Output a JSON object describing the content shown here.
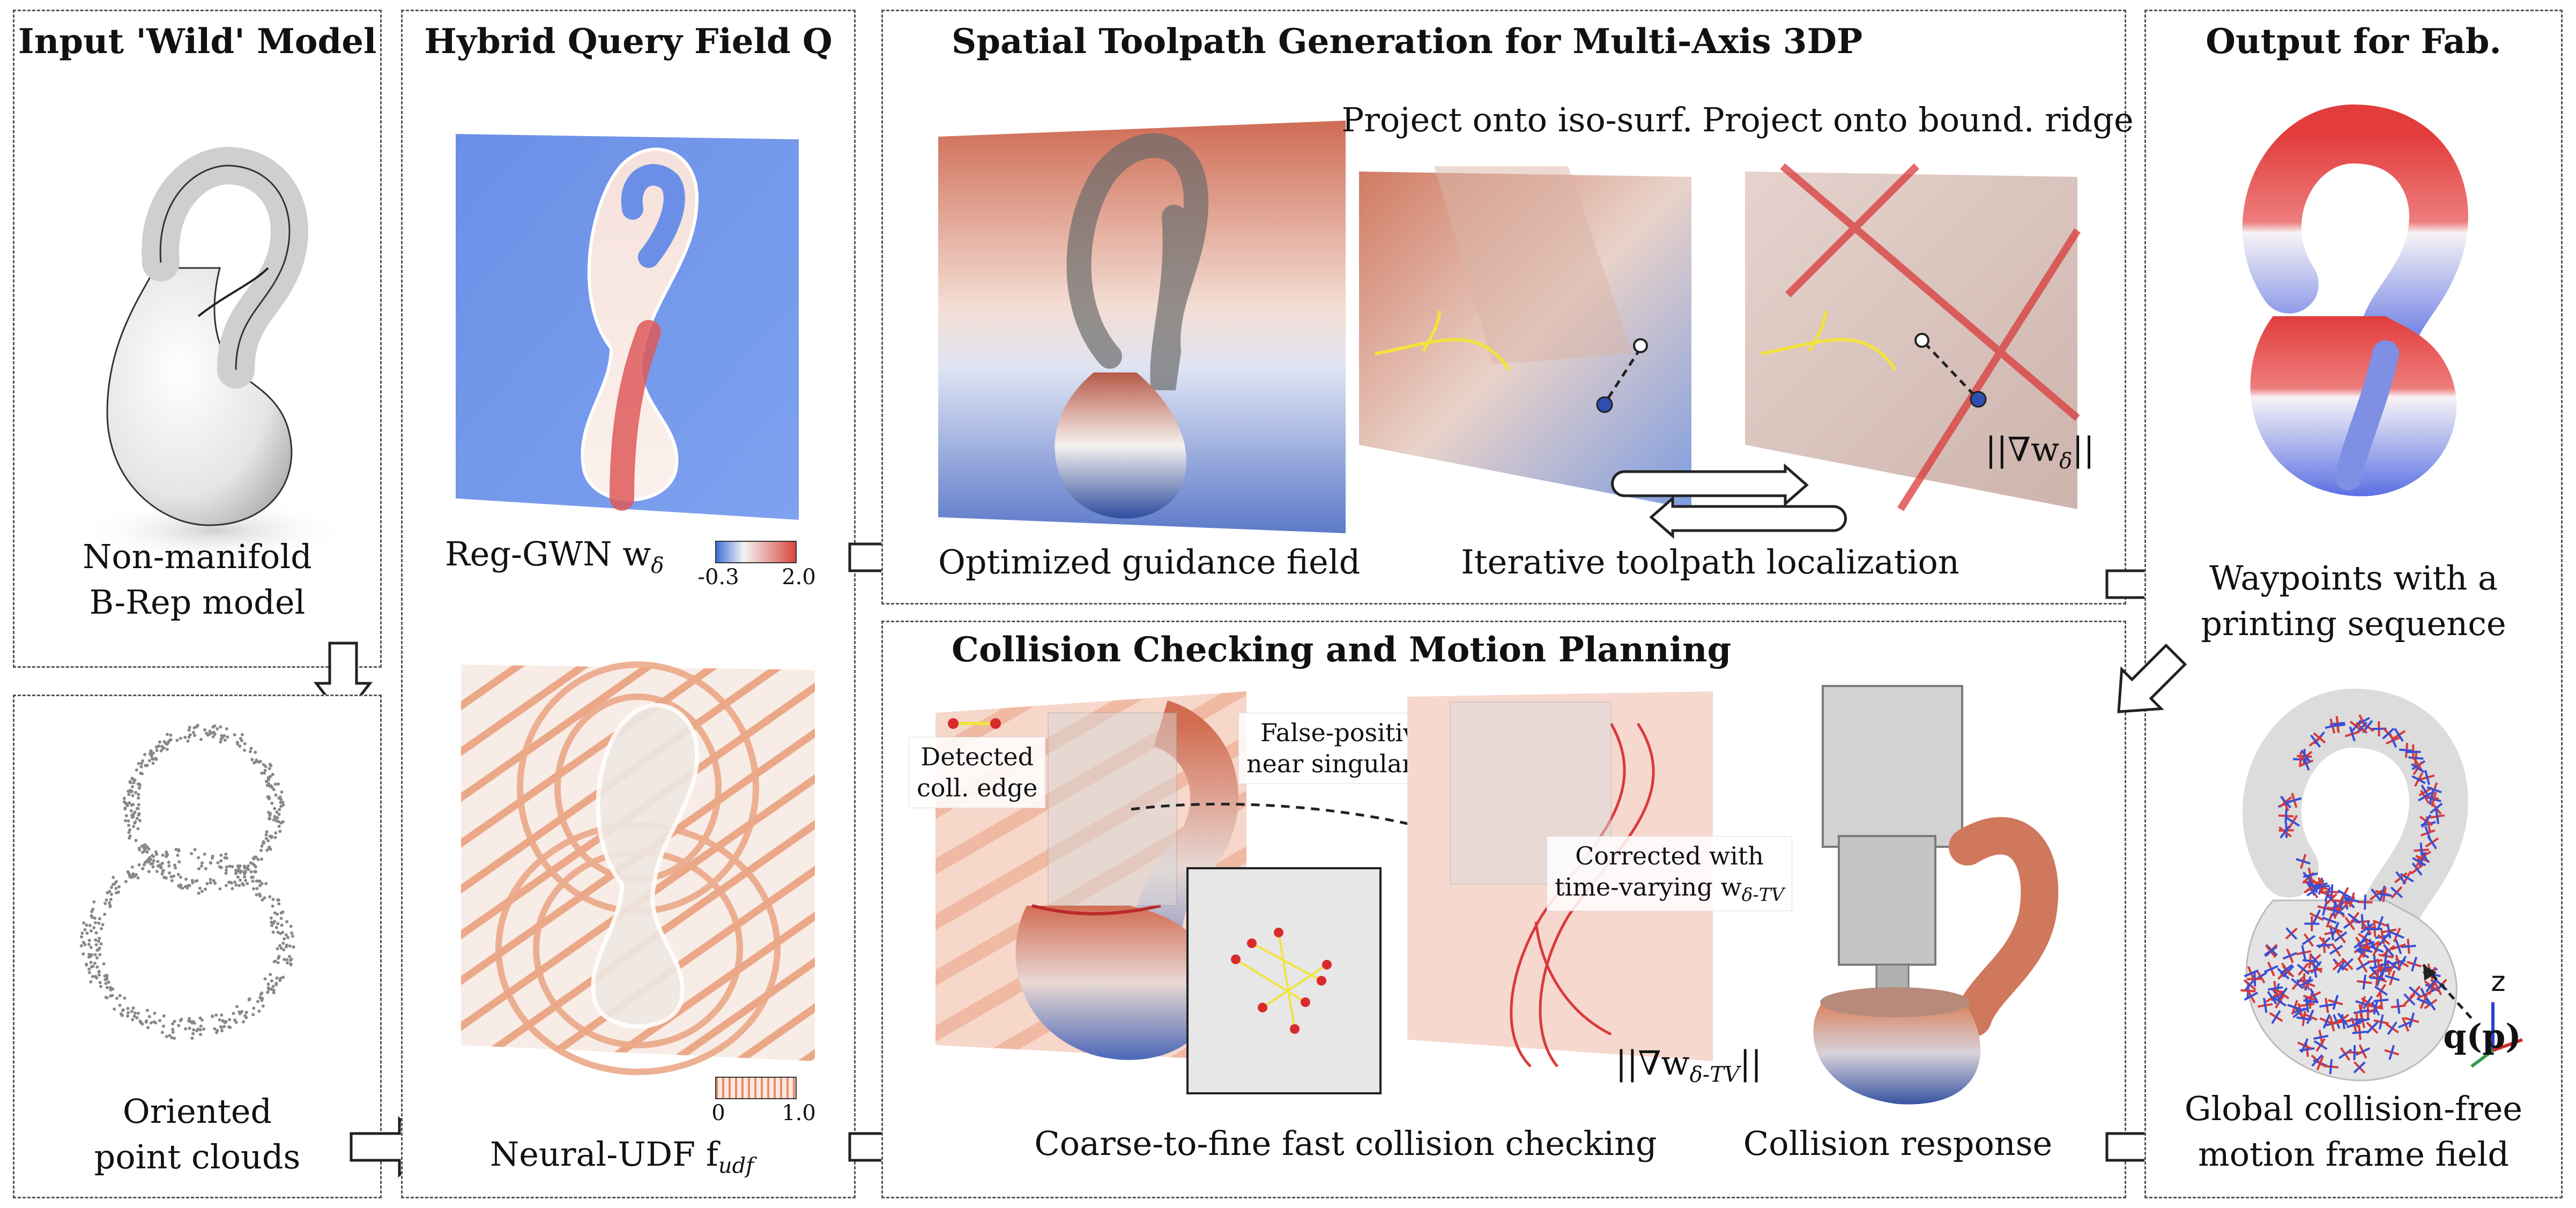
{
  "panels": {
    "input": {
      "title": "Input 'Wild' Model",
      "caption_line1": "Non-manifold",
      "caption_line2": "B-Rep model",
      "pc_caption_line1": "Oriented",
      "pc_caption_line2": "point clouds"
    },
    "query": {
      "title": "Hybrid Query Field Q",
      "gwn_label": "Reg-GWN w",
      "gwn_sub": "δ",
      "gwn_min": "-0.3",
      "gwn_max": "2.0",
      "udf_label": "Neural-UDF f",
      "udf_sub": "udf",
      "udf_min": "0",
      "udf_max": "1.0"
    },
    "toolpath": {
      "title": "Spatial Toolpath Generation for Multi-Axis 3DP",
      "proj_iso": "Project onto iso-surf.",
      "proj_ridge": "Project onto bound. ridge",
      "grad_label": "||∇w",
      "grad_sub": "δ",
      "grad_close": "||",
      "cap_guidance": "Optimized guidance field",
      "cap_iter": "Iterative toolpath localization"
    },
    "collision": {
      "title": "Collision Checking and Motion Planning",
      "detected_line1": "Detected",
      "detected_line2": "coll. edge",
      "false_pos_line1": "False-positive",
      "false_pos_line2": "near singularity",
      "corrected_line1": "Corrected with",
      "corrected_line2": "time-varying w",
      "corrected_sub": "δ-TV",
      "grad_label": "||∇w",
      "grad_sub": "δ-TV",
      "grad_close": "||",
      "cap_check": "Coarse-to-fine fast collision checking",
      "cap_response": "Collision response"
    },
    "output": {
      "title": "Output for Fab.",
      "cap_way_line1": "Waypoints with a",
      "cap_way_line2": "printing sequence",
      "cap_frame_line1": "Global collision-free",
      "cap_frame_line2": "motion frame field",
      "q_label": "q(p)",
      "z_label": "z"
    }
  },
  "colors": {
    "blue_field": "#6f93e6",
    "red": "#d9463f",
    "orange_udf": "#e9a27a",
    "yellow": "#f3e24a",
    "dashed_border": "#555555"
  }
}
